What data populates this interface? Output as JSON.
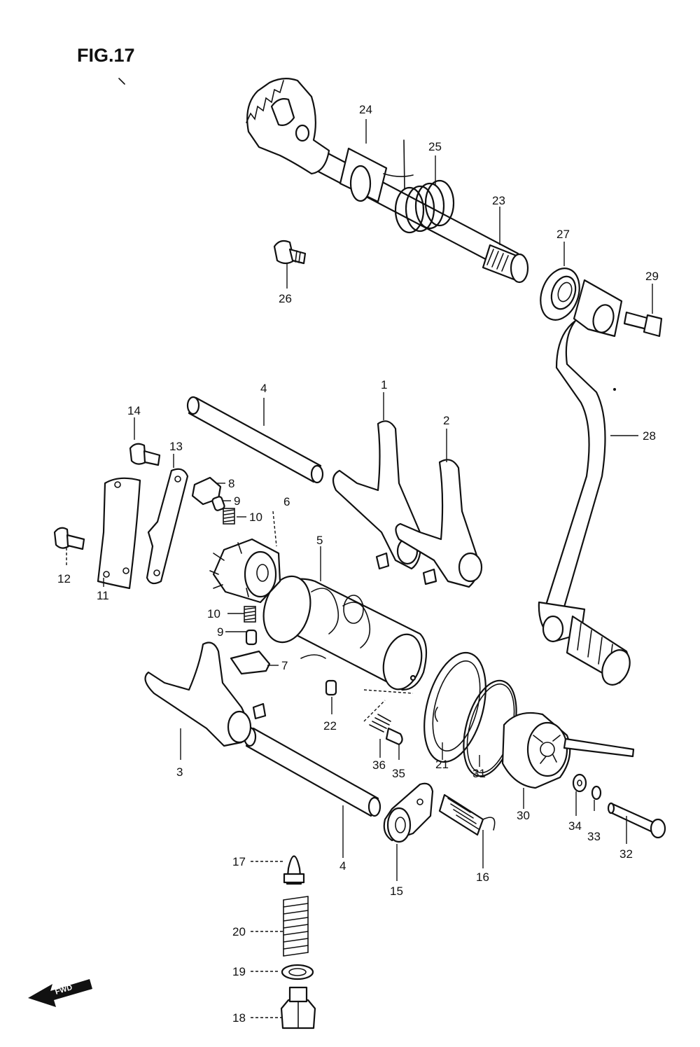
{
  "figure": {
    "title": "FIG.17"
  },
  "fwd_label": "FWD",
  "callouts": {
    "c1": "1",
    "c2": "2",
    "c3": "3",
    "c4a": "4",
    "c4b": "4",
    "c5": "5",
    "c6": "6",
    "c7": "7",
    "c8": "8",
    "c9a": "9",
    "c9b": "9",
    "c10a": "10",
    "c10b": "10",
    "c11": "11",
    "c12": "12",
    "c13": "13",
    "c14": "14",
    "c15": "15",
    "c16": "16",
    "c17": "17",
    "c18": "18",
    "c19": "19",
    "c20": "20",
    "c21": "21",
    "c22": "22",
    "c23": "23",
    "c24": "24",
    "c25": "25",
    "c26": "26",
    "c27": "27",
    "c28": "28",
    "c29": "29",
    "c30": "30",
    "c31": "31",
    "c32": "32",
    "c33": "33",
    "c34": "34",
    "c35": "35",
    "c36": "36"
  }
}
